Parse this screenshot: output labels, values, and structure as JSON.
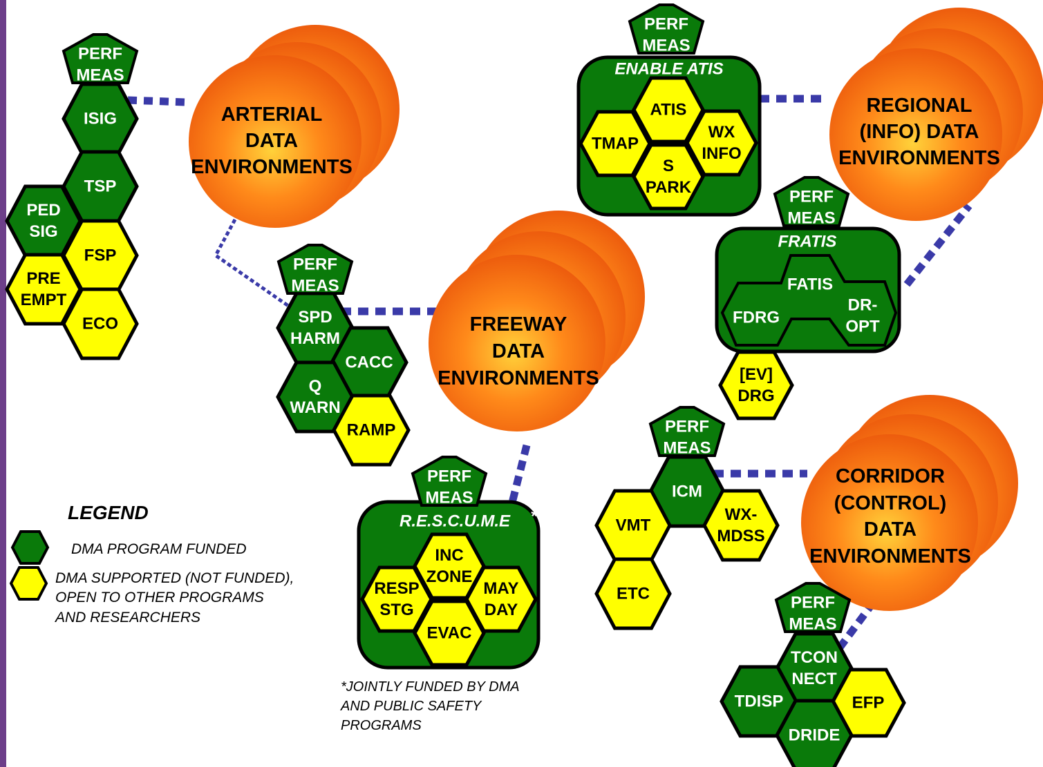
{
  "environments": {
    "arterial": [
      "ARTERIAL",
      "DATA",
      "ENVIRONMENTS"
    ],
    "freeway": [
      "FREEWAY",
      "DATA",
      "ENVIRONMENTS"
    ],
    "regional": [
      "REGIONAL",
      "(INFO) DATA",
      "ENVIRONMENTS"
    ],
    "corridor": [
      "CORRIDOR",
      "(CONTROL)",
      "DATA",
      "ENVIRONMENTS"
    ]
  },
  "perf_meas": [
    "PERF",
    "MEAS"
  ],
  "arterial_apps": {
    "isig": "ISIG",
    "tsp": "TSP",
    "ped_sig": [
      "PED",
      "SIG"
    ],
    "fsp": "FSP",
    "pre_empt": [
      "PRE",
      "EMPT"
    ],
    "eco": "ECO"
  },
  "freeway_apps": {
    "spd_harm": [
      "SPD",
      "HARM"
    ],
    "cacc": "CACC",
    "q_warn": [
      "Q",
      "WARN"
    ],
    "ramp": "RAMP"
  },
  "enable_atis": {
    "title": "ENABLE ATIS",
    "atis": "ATIS",
    "tmap": "TMAP",
    "wx_info": [
      "WX",
      "INFO"
    ],
    "s_park": [
      "S",
      "PARK"
    ]
  },
  "fratis": {
    "title": "FRATIS",
    "fatis": "FATIS",
    "fdrg": "FDRG",
    "dr_opt": [
      "DR-",
      "OPT"
    ],
    "ev_drg": [
      "[EV]",
      "DRG"
    ]
  },
  "icm": {
    "icm": "ICM",
    "vmt": "VMT",
    "wx_mdss": [
      "WX-",
      "MDSS"
    ],
    "etc": "ETC"
  },
  "rescume": {
    "title": "R.E.S.C.U.M.E",
    "asterisk": "*",
    "inc_zone": [
      "INC",
      "ZONE"
    ],
    "resp_stg": [
      "RESP",
      "STG"
    ],
    "may_day": [
      "MAY",
      "DAY"
    ],
    "evac": "EVAC"
  },
  "tconnect": {
    "tconnect": [
      "TCON",
      "NECT"
    ],
    "tdisp": "TDISP",
    "efp": "EFP",
    "dride": "DRIDE"
  },
  "legend": {
    "title": "LEGEND",
    "funded": "DMA PROGRAM FUNDED",
    "supported": [
      "DMA SUPPORTED (NOT FUNDED),",
      "OPEN TO OTHER PROGRAMS",
      "AND RESEARCHERS"
    ]
  },
  "footnote": [
    "*JOINTLY FUNDED BY DMA",
    "AND PUBLIC SAFETY",
    "PROGRAMS"
  ],
  "colors": {
    "frame": "#6d3f8a",
    "background": "#ffffff",
    "funded_green": "#0a7a0a",
    "supported_yellow": "#ffff00",
    "outline": "#000000",
    "connector": "#3a3aa8",
    "sphere_light": "#ffd23a",
    "sphere_mid": "#ff8a1a",
    "sphere_dark": "#e8500a"
  }
}
